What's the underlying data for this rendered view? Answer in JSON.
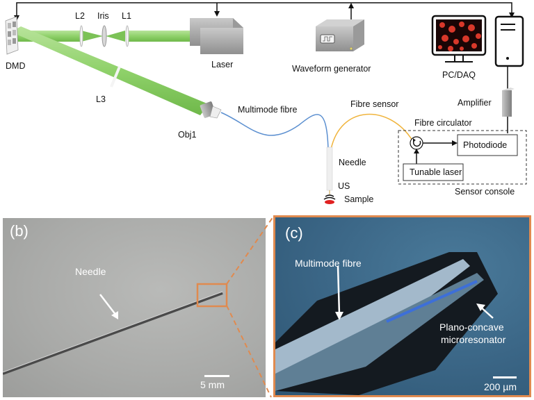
{
  "panel_a": {
    "components": {
      "dmd": "DMD",
      "l2": "L2",
      "iris": "Iris",
      "l1": "L1",
      "laser": "Laser",
      "waveform_generator": "Waveform generator",
      "pc_daq": "PC/DAQ",
      "l3": "L3",
      "obj1": "Obj1",
      "multimode_fibre": "Multimode fibre",
      "fibre_sensor": "Fibre sensor",
      "amplifier": "Amplifier",
      "fibre_circulator": "Fibre circulator",
      "photodiode": "Photodiode",
      "tunable_laser": "Tunable laser",
      "sensor_console": "Sensor console",
      "needle": "Needle",
      "us": "US",
      "sample": "Sample"
    },
    "colors": {
      "beam": "#8fd16a",
      "multimode_fibre": "#5b8fd0",
      "fibre_sensor": "#f0b43c"
    }
  },
  "panel_b": {
    "label": "(b)",
    "annotation": "Needle",
    "scale": "5 mm",
    "zoom_box_color": "#e08a4f"
  },
  "panel_c": {
    "label": "(c)",
    "annotation_fibre": "Multimode fibre",
    "annotation_resonator_line1": "Plano-concave",
    "annotation_resonator_line2": "microresonator",
    "scale": "200 µm"
  }
}
